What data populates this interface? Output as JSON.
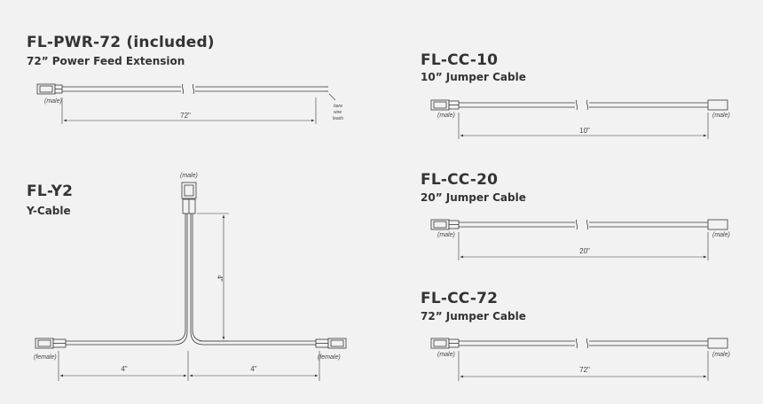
{
  "products": {
    "pwr72": {
      "name": "FL-PWR-72 (included)",
      "desc": "72” Power Feed Extension",
      "male_label": "(male)",
      "bare_wire_label": [
        "bare",
        "wire",
        "leads"
      ],
      "length": "72\""
    },
    "y2": {
      "name": "FL-Y2",
      "desc": "Y-Cable",
      "male_label": "(male)",
      "female_left_label": "(female)",
      "female_right_label": "(female)",
      "vertical_length": "4\"",
      "left_length": "4\"",
      "right_length": "4\""
    },
    "cc10": {
      "name": "FL-CC-10",
      "desc": "10” Jumper Cable",
      "left_label": "(male)",
      "right_label": "(male)",
      "length": "10\""
    },
    "cc20": {
      "name": "FL-CC-20",
      "desc": "20” Jumper Cable",
      "left_label": "(male)",
      "right_label": "(male)",
      "length": "20\""
    },
    "cc72": {
      "name": "FL-CC-72",
      "desc": "72” Jumper Cable",
      "left_label": "(male)",
      "right_label": "(male)",
      "length": "72\""
    }
  },
  "colors": {
    "background": "#f2f2f2",
    "line": "#3a3a3a",
    "text": "#333333"
  }
}
